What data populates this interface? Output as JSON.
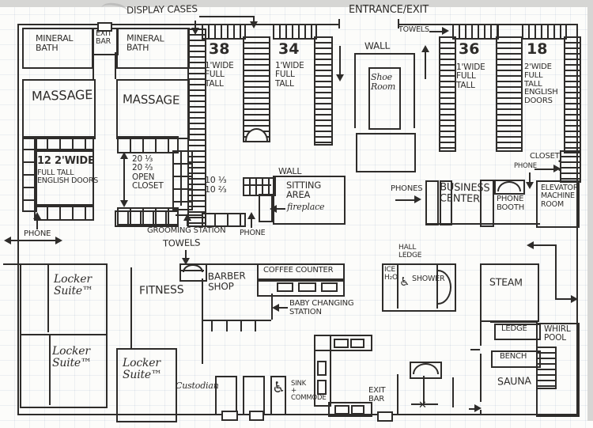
{
  "colors": {
    "ink": "#2e2c2a",
    "paper": "#fcfcfa",
    "grid": "#7d96b9",
    "scan_edge": "#d6d6d4"
  },
  "labels": {
    "display_cases": "DISPLAY CASES",
    "entrance_exit": "ENTRANCE/EXIT",
    "towels_top": "TOWELS",
    "mineral_bath_1": "MINERAL\nBATH",
    "exit_bar_top": "EXIT\nBAR",
    "mineral_bath_2": "MINERAL\nBATH",
    "massage_1": "MASSAGE",
    "massage_2": "MASSAGE",
    "bank38_num": "38",
    "bank38_spec": "1'WIDE\nFULL\nTALL",
    "bank34_num": "34",
    "bank34_spec": "1'WIDE\nFULL\nTALL",
    "wall_shoe": "WALL",
    "shoe_room": "Shoe\nRoom",
    "bank36_num": "36",
    "bank36_spec": "1'WIDE\nFULL\nTALL",
    "bank18_num": "18",
    "bank18_spec": "2'WIDE\nFULL\nTALL\nENGLISH\nDOORS",
    "bank12_a": "12 2'WIDE",
    "bank12_b": "FULL TALL\nENGLISH DOORS",
    "phone_left": "PHONE",
    "open_closet": "20 ⅓\n20 ⅔\nOPEN\nCLOSET",
    "counts_10": "10 ⅓\n10 ⅔",
    "wall_sitting": "WALL",
    "sitting_area": "SITTING\nAREA",
    "fireplace": "fireplace",
    "phone_mid": "PHONE",
    "grooming_station": "GROOMING STATION",
    "towels_mid": "TOWELS",
    "phones": "PHONES",
    "business_center": "BUSINESS\nCENTER",
    "phone_booth": "PHONE\nBOOTH",
    "elevator_room": "ELEVATOR\nMACHINE\nROOM",
    "closet": "CLOSET",
    "phone_closet": "PHONE",
    "locker_suite_1": "Locker\nSuite™",
    "locker_suite_2": "Locker\nSuite™",
    "locker_suite_3": "Locker\nSuite™",
    "fitness": "FITNESS",
    "custodian": "Custodian",
    "barber_shop": "BARBER\nSHOP",
    "coffee_counter": "COFFEE COUNTER",
    "baby_changing": "BABY CHANGING\nSTATION",
    "sink_commode": "SINK\n+\nCOMMODE",
    "hall_ledge": "HALL\nLEDGE",
    "ice_h2o": "ICE\nH₂O",
    "shower": "SHOWER",
    "steam": "STEAM",
    "ledge": "LEDGE",
    "whirlpool": "WHIRL\nPOOL",
    "bench": "BENCH",
    "sauna": "SAUNA",
    "exit_bar_bottom": "EXIT\nBAR"
  },
  "icons": {
    "wheelchair": "♿",
    "cross": "✕",
    "dot": "•"
  }
}
